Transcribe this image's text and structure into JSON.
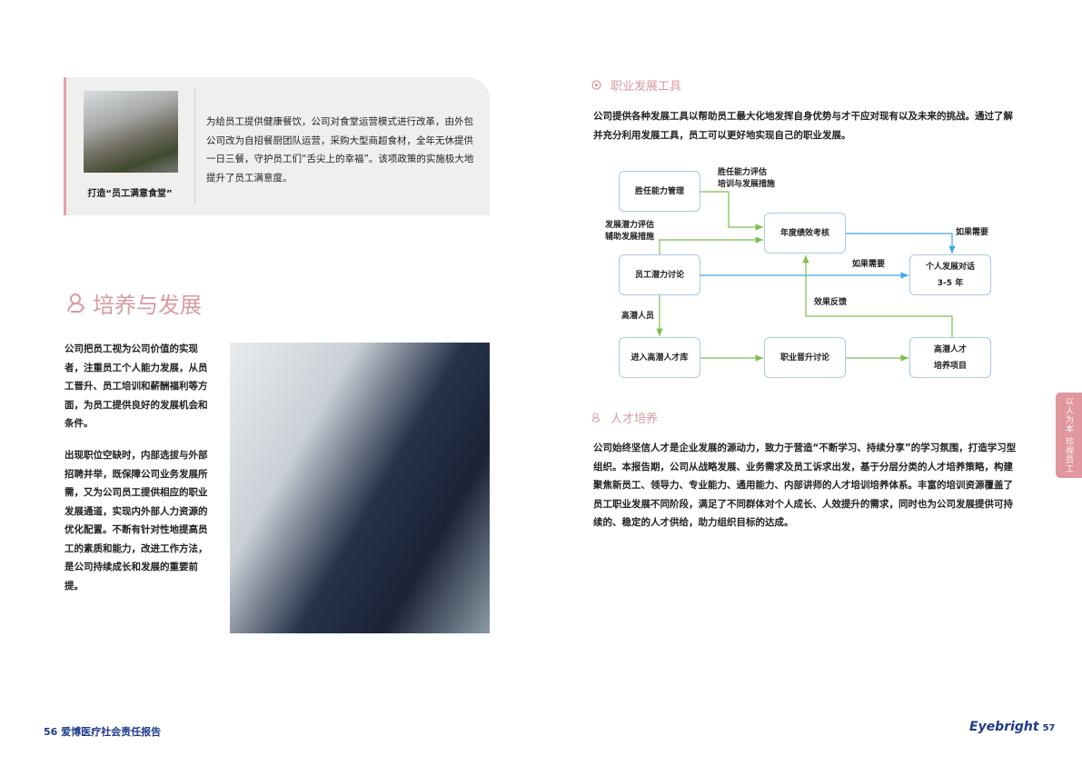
{
  "canteen": {
    "caption": "打造“员工满意食堂”",
    "text": "为给员工提供健康餐饮，公司对食堂运营模式进行改革，由外包公司改为自招餐厨团队运营，采购大型商超食材，全年无休提供一日三餐，守护员工们“舌尖上的幸福”。该项政策的实施极大地提升了员工满意度。"
  },
  "section": {
    "title": "培养与发展",
    "p1": "公司把员工视为公司价值的实现者，注重员工个人能力发展，从员工晋升、员工培训和薪酬福利等方面，为员工提供良好的发展机会和条件。",
    "p2": "出现职位空缺时，内部选拔与外部招聘并举，既保障公司业务发展所需，又为公司员工提供相应的职业发展通道，实现内外部人力资源的优化配置。不断有针对性地提高员工的素质和能力，改进工作方法，是公司持续成长和发展的重要前提。"
  },
  "tools": {
    "title": "职业发展工具",
    "text": "公司提供各种发展工具以帮助员工最大化地发挥自身优势与才干应对现有以及未来的挑战。通过了解并充分利用发展工具，员工可以更好地实现自己的职业发展。"
  },
  "diagram": {
    "nodes": {
      "competency": "胜任能力管理",
      "annual": "年度绩效考核",
      "potential": "员工潜力讨论",
      "dialog1": "个人发展对话",
      "dialog2": "3-5 年",
      "pool": "进入高潜人才库",
      "promotion": "职业晋升讨论",
      "program1": "高潜人才",
      "program2": "培养项目"
    },
    "labels": {
      "comp1": "胜任能力评估",
      "comp2": "培训与发展措施",
      "pot1": "发展潜力评估",
      "pot2": "辅助发展措施",
      "ifneed1": "如果需要",
      "ifneed2": "如果需要",
      "feedback": "效果反馈",
      "highpot": "高潜人员"
    },
    "colors": {
      "green": "#7cbf4f",
      "blue": "#3aa9e6"
    }
  },
  "talent": {
    "title": "人才培养",
    "text": "公司始终坚信人才是企业发展的源动力，致力于营造“不断学习、持续分享”的学习氛围，打造学习型组织。本报告期，公司从战略发展、业务需求及员工诉求出发，基于分层分类的人才培养策略，构建聚焦新员工、领导力、专业能力、通用能力、内部讲师的人才培训培养体系。丰富的培训资源覆盖了员工职业发展不同阶段，满足了不同群体对个人成长、人效提升的需求，同时也为公司发展提供可持续的、稳定的人才供给，助力组织目标的达成。"
  },
  "side_tab": "以人为本 珍视员工",
  "footer": {
    "left_page": "56",
    "report": "爱博医疗社会责任报告",
    "brand": "Eyebright",
    "right_page": "57"
  }
}
